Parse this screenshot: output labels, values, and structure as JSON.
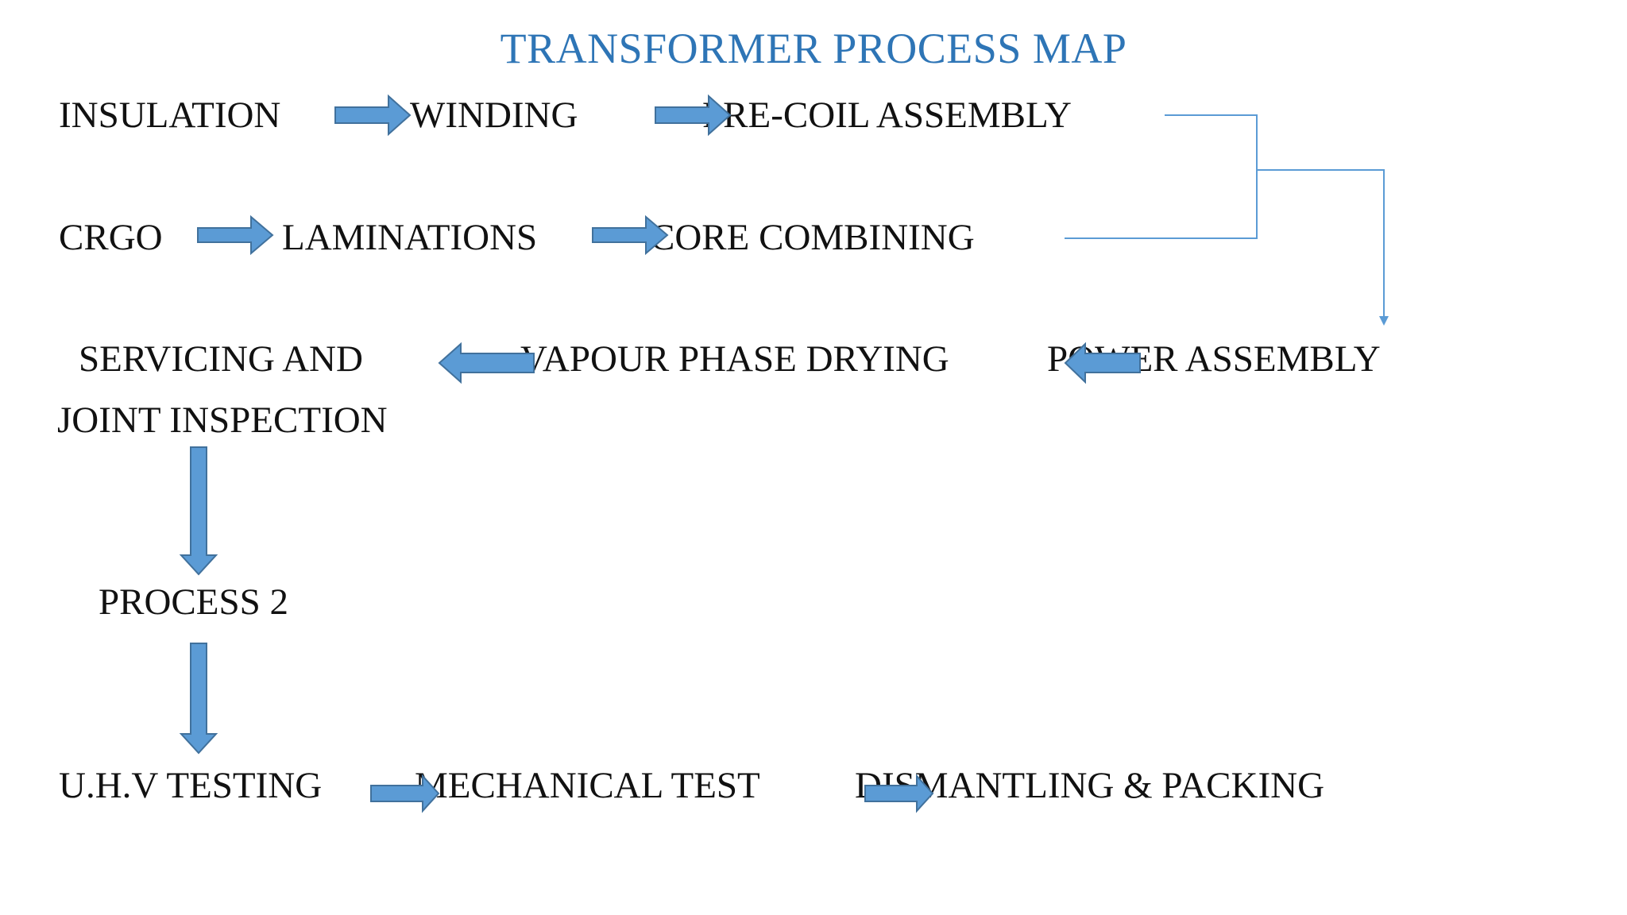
{
  "title": "TRANSFORMER PROCESS MAP",
  "nodes": {
    "insulation": "INSULATION",
    "winding": "WINDING",
    "pre_coil_assembly": "PRE-COIL ASSEMBLY",
    "crgo": "CRGO",
    "laminations": "LAMINATIONS",
    "core_combining": "CORE COMBINING",
    "servicing_and": "SERVICING AND",
    "joint_inspection": "JOINT INSPECTION",
    "vapour_phase_drying": "VAPOUR PHASE DRYING",
    "power_assembly": "POWER ASSEMBLY",
    "process_2": "PROCESS 2",
    "uhv_testing": "U.H.V TESTING",
    "mechanical_test": "MECHANICAL TEST",
    "dismantling_packing": "DISMANTLING & PACKING"
  },
  "colors": {
    "title": "#2E75B6",
    "arrow_fill": "#5B9BD5",
    "arrow_stroke": "#41719C",
    "connector": "#5B9BD5",
    "text": "#111111"
  }
}
